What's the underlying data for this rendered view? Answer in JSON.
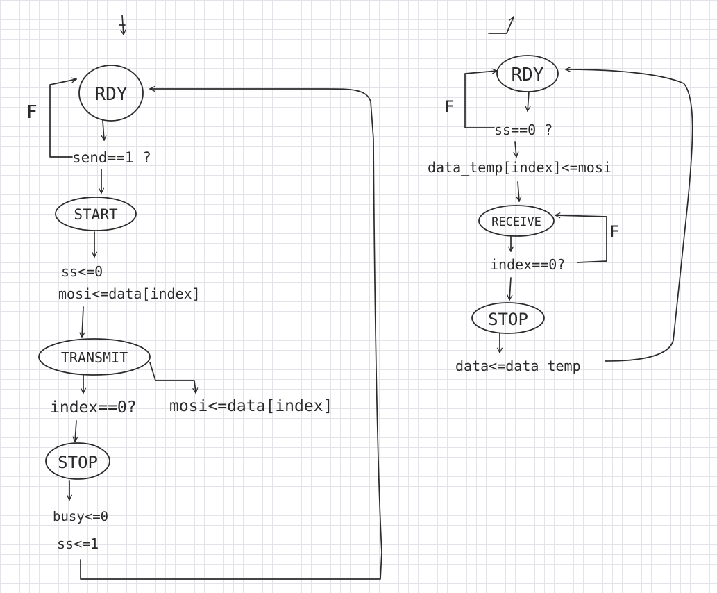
{
  "transmitter": {
    "states": {
      "rdy": "RDY",
      "start": "START",
      "transmit": "TRANSMIT",
      "stop": "STOP"
    },
    "conditions": {
      "send": "send==1 ?",
      "index_zero": "index==0?",
      "false_label": "F"
    },
    "actions": {
      "ss_low": "ss<=0",
      "mosi_load": "mosi<=data[index]",
      "mosi_shift": "mosi<=data[index]",
      "busy": "busy<=0",
      "ss_high": "ss<=1"
    }
  },
  "receiver": {
    "states": {
      "rdy": "RDY",
      "receive": "RECEIVE",
      "stop": "STOP"
    },
    "conditions": {
      "ss_zero": "ss==0 ?",
      "index_zero": "index==0?",
      "false_label_rdy": "F",
      "false_label_receive": "F"
    },
    "actions": {
      "capture": "data_temp[index]<=mosi",
      "output": "data<=data_temp"
    }
  },
  "colors": {
    "ink": "#2b2b2b",
    "grid": "#e3e3ea",
    "paper": "#ffffff"
  }
}
